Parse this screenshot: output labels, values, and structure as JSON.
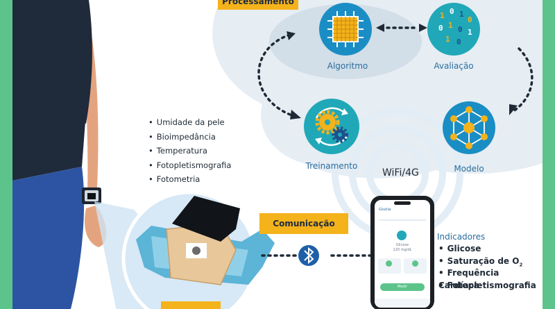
{
  "banners": {
    "processing": "Processamento",
    "communication": "Comunicação"
  },
  "nodes": {
    "algorithm": "Algoritmo",
    "evaluation": "Avaliação",
    "training": "Treinamento",
    "model": "Modelo"
  },
  "network_label": "WiFi/4G",
  "sensors": [
    "Umidade da pele",
    "Bioimpedância",
    "Temperatura",
    "Fotopletismografia",
    "Fotometria"
  ],
  "indicators": {
    "title": "Indicadores",
    "items": [
      "Glicose",
      "Saturação de O",
      "Frequência Cardíaca",
      "Fotopletismografia"
    ],
    "subscript": "2"
  },
  "phone": {
    "brand": "Glukla",
    "reading_label": "Glicose",
    "reading_value": "120 mg/dL",
    "button": "Medir"
  },
  "evaluation_digits": [
    "1",
    "0",
    "1",
    "0",
    "0",
    "1",
    "0",
    "1",
    "1",
    "0"
  ],
  "colors": {
    "accent": "#f4b21b",
    "node_blue": "#1a8ec4",
    "node_teal": "#20a8b8",
    "frame": "#5cc48a"
  }
}
